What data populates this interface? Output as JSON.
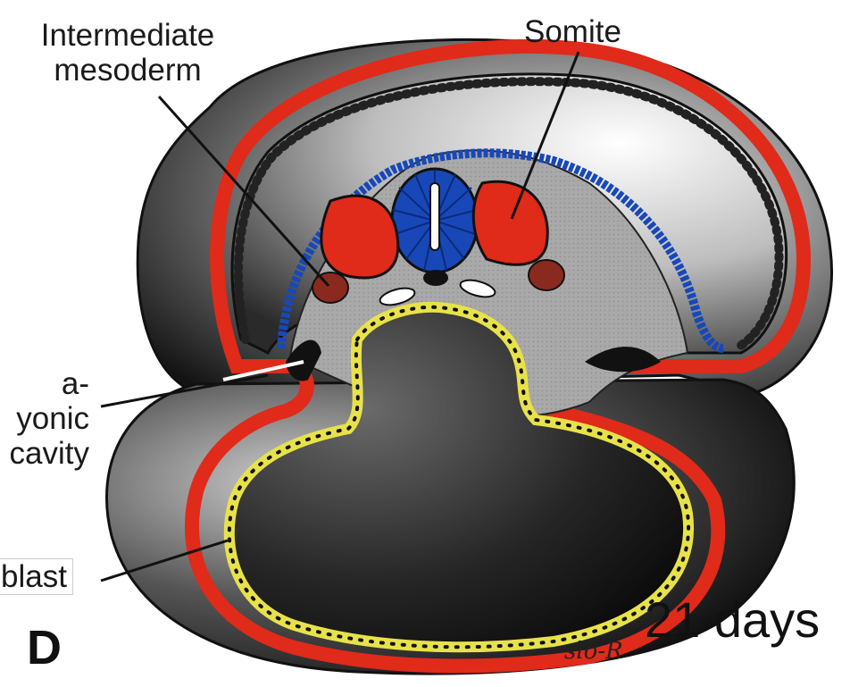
{
  "figure": {
    "labels": {
      "intermediate_mesoderm": "Intermediate\nmesoderm",
      "somite": "Somite",
      "cavity_fragment": "a-\nyonic\ncavity",
      "blast_fragment": "blast",
      "age": "21 days",
      "panel": "D",
      "signature": "slo-R"
    },
    "colors": {
      "ectoderm": "#e02a1a",
      "endoderm": "#e8e24a",
      "neural": "#1848b8",
      "somite": "#e02a1a",
      "intermediate_mesoderm": "#8a2a1e",
      "cavity": "#1a1a1a"
    }
  }
}
